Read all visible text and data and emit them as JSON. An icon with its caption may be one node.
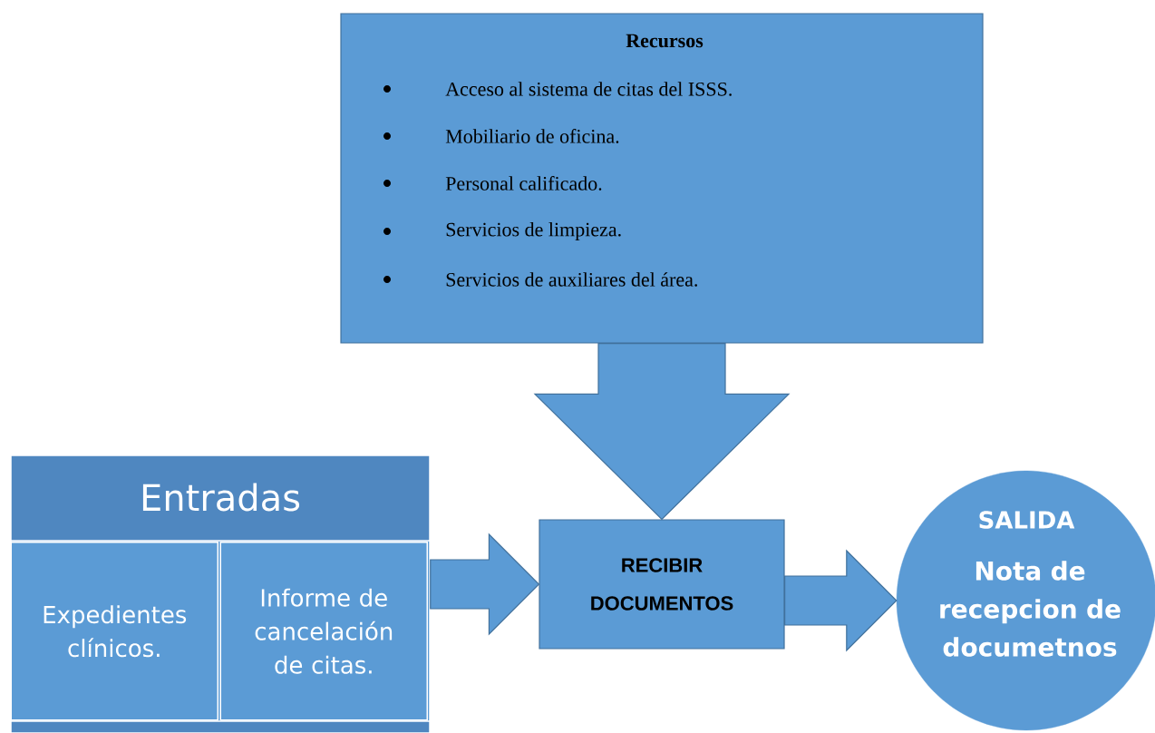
{
  "diagram": {
    "nodes": [
      {
        "text": [
          "Recursos",
          "Acceso al sistema de citas del ISSS.",
          "Mobiliario de oficina.",
          "Personal calificado.",
          "Servicios de limpieza.",
          "Servicios de auxiliares del área."
        ]
      },
      {
        "text": [
          "Entradas"
        ]
      },
      {
        "text": [
          "Expedientes clínicos."
        ],
        "in": 1
      },
      {
        "text": [
          "Informe de cancelación de citas."
        ],
        "in": 1
      },
      {
        "text": [
          "RECIBIR DOCUMENTOS"
        ]
      },
      {
        "text": [
          "SALIDA",
          "Nota de recepcion de documetnos"
        ]
      }
    ],
    "edges": [
      {
        "from": 0,
        "to": 4,
        "arrow": "to"
      },
      {
        "from": 1,
        "to": 4,
        "arrow": "to"
      },
      {
        "from": 4,
        "to": 5,
        "arrow": "to"
      }
    ]
  }
}
